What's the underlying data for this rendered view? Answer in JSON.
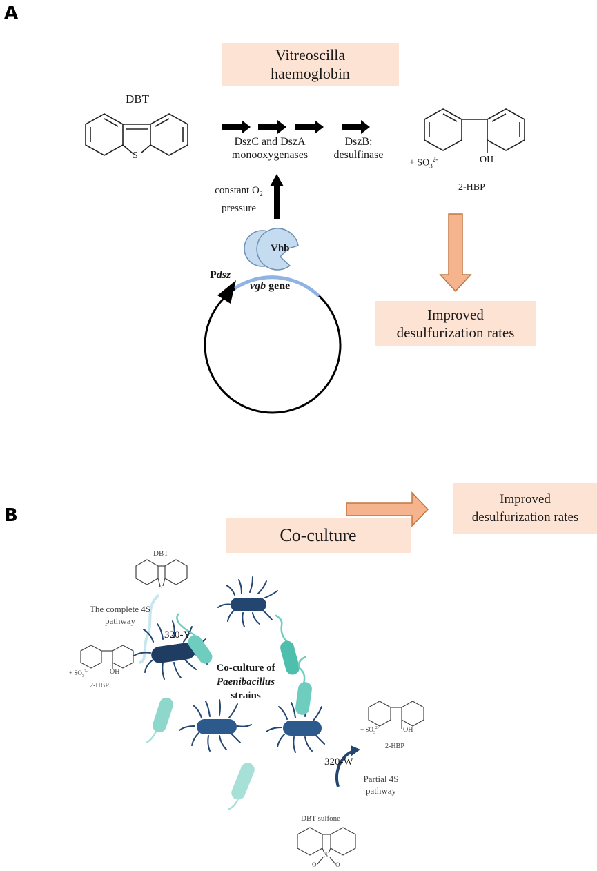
{
  "panel_a": {
    "letter": "A",
    "title_line1": "Vitreoscilla",
    "title_line2": "haemoglobin",
    "dbt_label": "DBT",
    "sulfur": "S",
    "step1_line1": "DszC and DszA",
    "step1_line2": "monooxygenases",
    "step2_line1": "DszB:",
    "step2_line2": "desulfinase",
    "product_plus": "+ SO",
    "product_sub": "3",
    "product_sup": "2-",
    "oh": "OH",
    "product_label": "2-HBP",
    "o2_line1": "constant O",
    "o2_sub": "2",
    "o2_line2": "pressure",
    "protein_label": "Vhb",
    "promoter_p": "P",
    "promoter_dsz": "dsz",
    "gene_italic": "vgb",
    "gene_rest": " gene",
    "result_line1": "Improved",
    "result_line2": "desulfurization rates"
  },
  "panel_b": {
    "letter": "B",
    "title": "Co-culture",
    "dbt_label": "DBT",
    "sulfur": "S",
    "pathway_line1": "The complete 4S",
    "pathway_line2": "pathway",
    "strain_y": "320-Y",
    "left_plus": "+ SO",
    "left_sub": "3",
    "left_sup": "2-",
    "left_oh": "OH",
    "left_product": "2-HBP",
    "center_line1": "Co-culture of",
    "center_line2": "Paenibacillus",
    "center_line3": "strains",
    "right_plus": "+ SO",
    "right_sub": "3",
    "right_sup": "2-",
    "right_oh": "OH",
    "right_product": "2-HBP",
    "strain_w": "320-W",
    "partial_line1": "Partial 4S",
    "partial_line2": "pathway",
    "sulfone_label": "DBT-sulfone",
    "sulfone_s": "S",
    "sulfone_o1": "O",
    "sulfone_o2": "O",
    "result_line1": "Improved",
    "result_line2": "desulfurization rates"
  },
  "colors": {
    "peach_box": "#fde3d3",
    "orange_arrow": "#f6b48e",
    "orange_arrow_stroke": "#c2773f",
    "vhb_blue": "#c5dcf0",
    "gene_blue": "#8fb3e3",
    "rod_dark": "#22466f",
    "rod_teal": "#6fcdbf"
  }
}
